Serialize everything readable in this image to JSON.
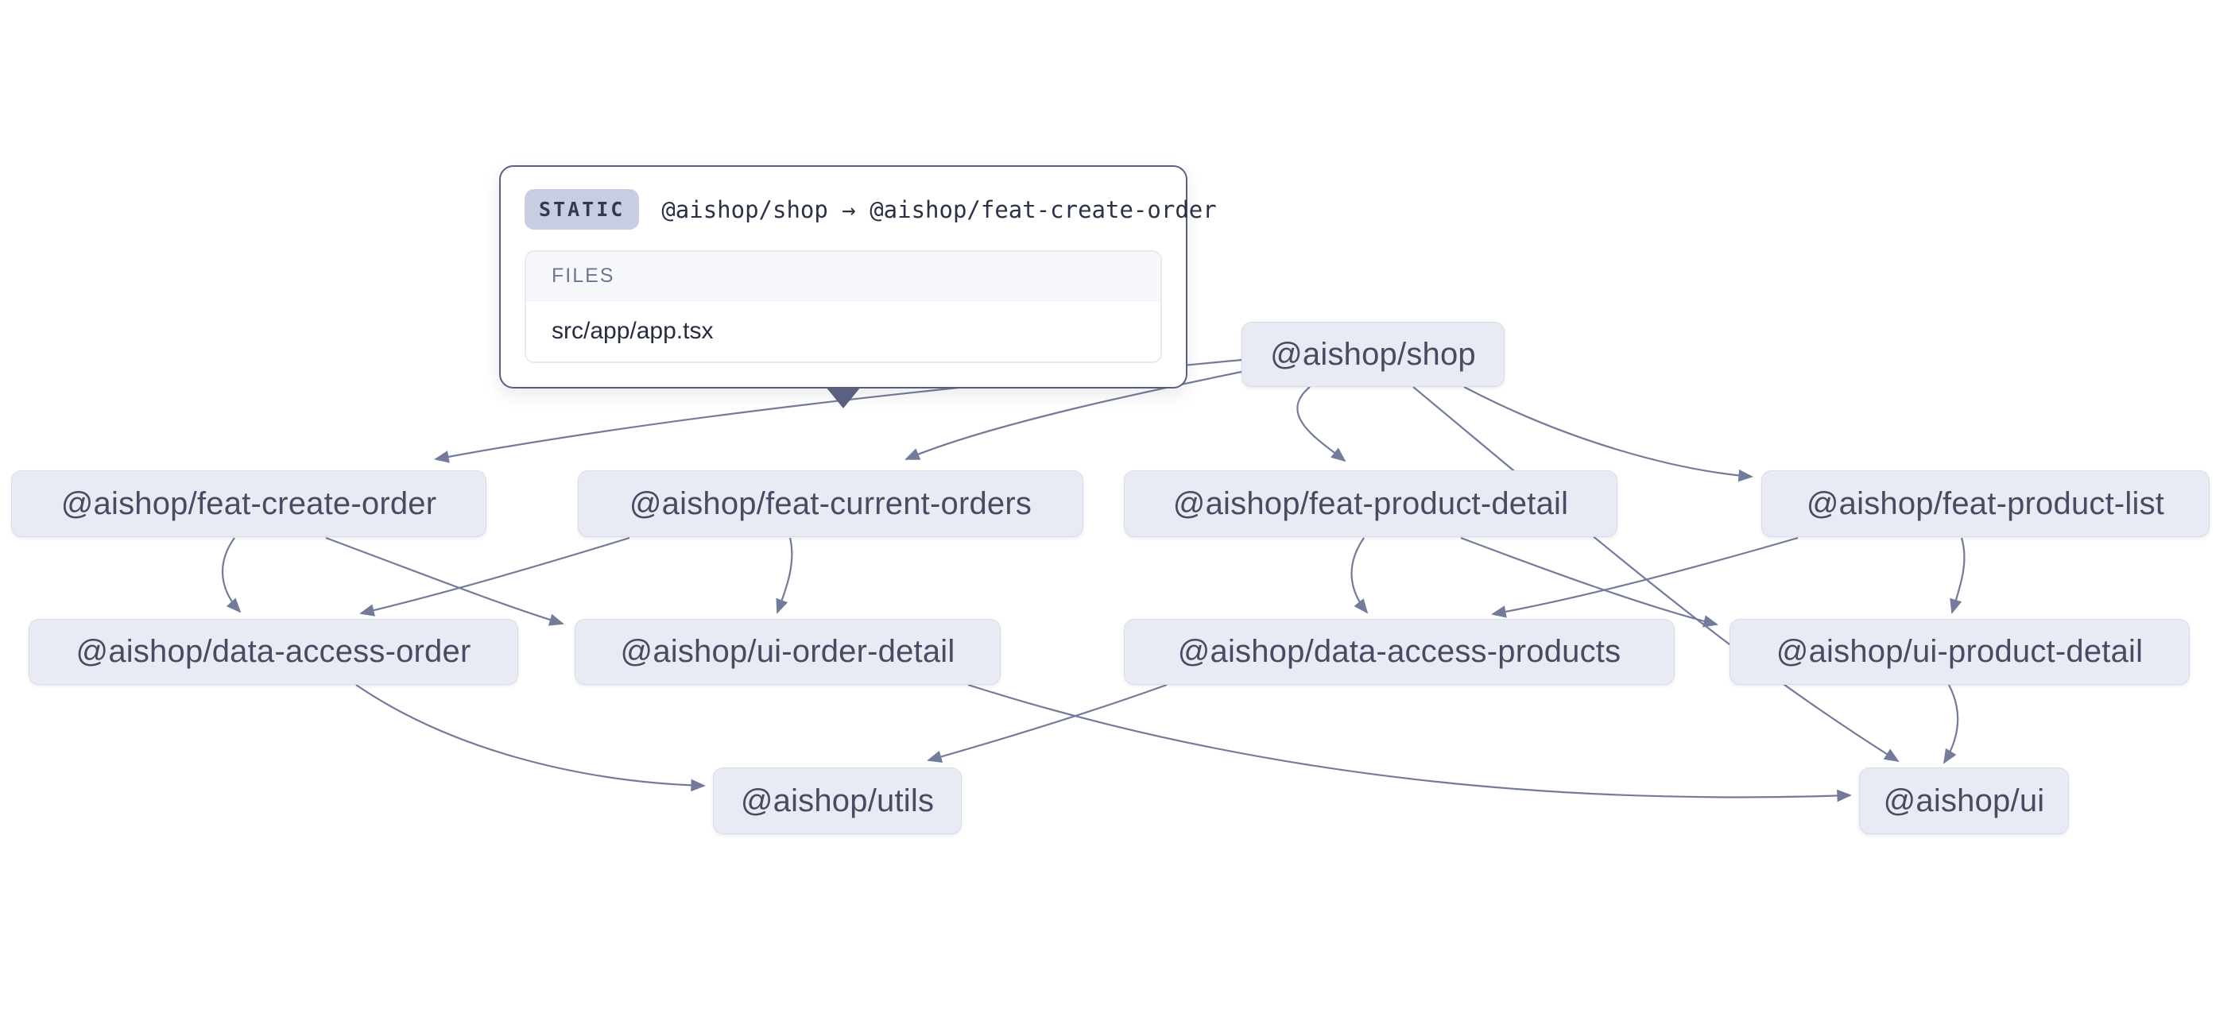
{
  "tooltip": {
    "badge": "STATIC",
    "relation": "@aishop/shop → @aishop/feat-create-order",
    "files_label": "FILES",
    "files": [
      "src/app/app.tsx"
    ]
  },
  "graph": {
    "nodes": [
      {
        "id": "shop",
        "label": "@aishop/shop"
      },
      {
        "id": "feat-create-order",
        "label": "@aishop/feat-create-order"
      },
      {
        "id": "feat-current-orders",
        "label": "@aishop/feat-current-orders"
      },
      {
        "id": "feat-product-detail",
        "label": "@aishop/feat-product-detail"
      },
      {
        "id": "feat-product-list",
        "label": "@aishop/feat-product-list"
      },
      {
        "id": "data-access-order",
        "label": "@aishop/data-access-order"
      },
      {
        "id": "ui-order-detail",
        "label": "@aishop/ui-order-detail"
      },
      {
        "id": "data-access-products",
        "label": "@aishop/data-access-products"
      },
      {
        "id": "ui-product-detail",
        "label": "@aishop/ui-product-detail"
      },
      {
        "id": "utils",
        "label": "@aishop/utils"
      },
      {
        "id": "ui",
        "label": "@aishop/ui"
      }
    ],
    "edges": [
      {
        "source": "shop",
        "target": "feat-create-order"
      },
      {
        "source": "shop",
        "target": "feat-current-orders"
      },
      {
        "source": "shop",
        "target": "feat-product-detail"
      },
      {
        "source": "shop",
        "target": "feat-product-list"
      },
      {
        "source": "shop",
        "target": "ui"
      },
      {
        "source": "feat-create-order",
        "target": "data-access-order"
      },
      {
        "source": "feat-create-order",
        "target": "ui-order-detail"
      },
      {
        "source": "feat-current-orders",
        "target": "data-access-order"
      },
      {
        "source": "feat-current-orders",
        "target": "ui-order-detail"
      },
      {
        "source": "feat-product-detail",
        "target": "data-access-products"
      },
      {
        "source": "feat-product-detail",
        "target": "ui-product-detail"
      },
      {
        "source": "feat-product-list",
        "target": "data-access-products"
      },
      {
        "source": "feat-product-list",
        "target": "ui-product-detail"
      },
      {
        "source": "data-access-order",
        "target": "utils"
      },
      {
        "source": "data-access-products",
        "target": "utils"
      },
      {
        "source": "ui-order-detail",
        "target": "ui"
      },
      {
        "source": "ui-product-detail",
        "target": "ui"
      }
    ]
  },
  "colors": {
    "edge": "#737b9b",
    "node_fill": "#e9ebf4",
    "node_border": "#d8dbe9",
    "node_text": "#474c62",
    "tooltip_border": "#596080",
    "badge_bg": "#c8cde2",
    "badge_text": "#333954",
    "files_header_bg": "#f7f8fc",
    "files_header_text": "#6e7492",
    "file_text": "#272c3f"
  }
}
